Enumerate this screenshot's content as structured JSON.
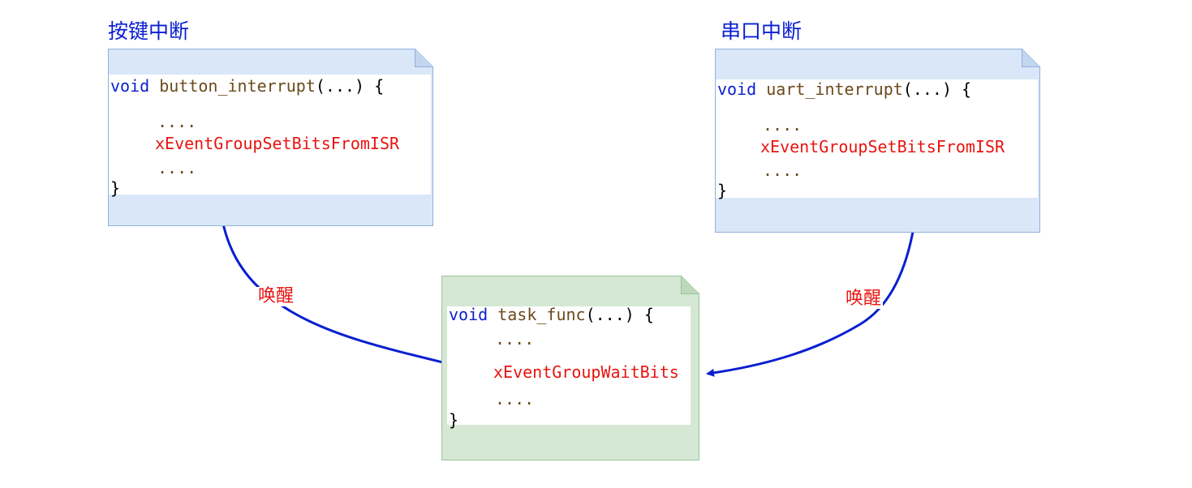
{
  "colors": {
    "code_note_fill": "#dae7f8",
    "code_note_border": "#8fb1dd",
    "task_note_fill": "#d5e8d4",
    "task_note_border": "#9ac39a",
    "keyword": "#0a1fd0",
    "function_name": "#6b4a1c",
    "api_call": "#e8140f",
    "arrow": "#0a1fd0",
    "heading": "#0a1fd0"
  },
  "left_block": {
    "heading": "按键中断",
    "code": {
      "keyword": "void",
      "function_name": "button_interrupt",
      "signature_tail": "(...) {",
      "dots_before": "....",
      "api_call": "xEventGroupSetBitsFromISR",
      "dots_after": "....",
      "closing_brace": "}"
    }
  },
  "right_block": {
    "heading": "串口中断",
    "code": {
      "keyword": "void",
      "function_name": "uart_interrupt",
      "signature_tail": "(...) {",
      "dots_before": "....",
      "api_call": "xEventGroupSetBitsFromISR",
      "dots_after": "....",
      "closing_brace": "}"
    }
  },
  "task_block": {
    "code": {
      "keyword": "void",
      "function_name": "task_func",
      "signature_tail": "(...) {",
      "dots_before": "....",
      "api_call": "xEventGroupWaitBits",
      "dots_after": "....",
      "closing_brace": "}"
    }
  },
  "arrows": {
    "left_label": "唤醒",
    "right_label": "唤醒"
  }
}
